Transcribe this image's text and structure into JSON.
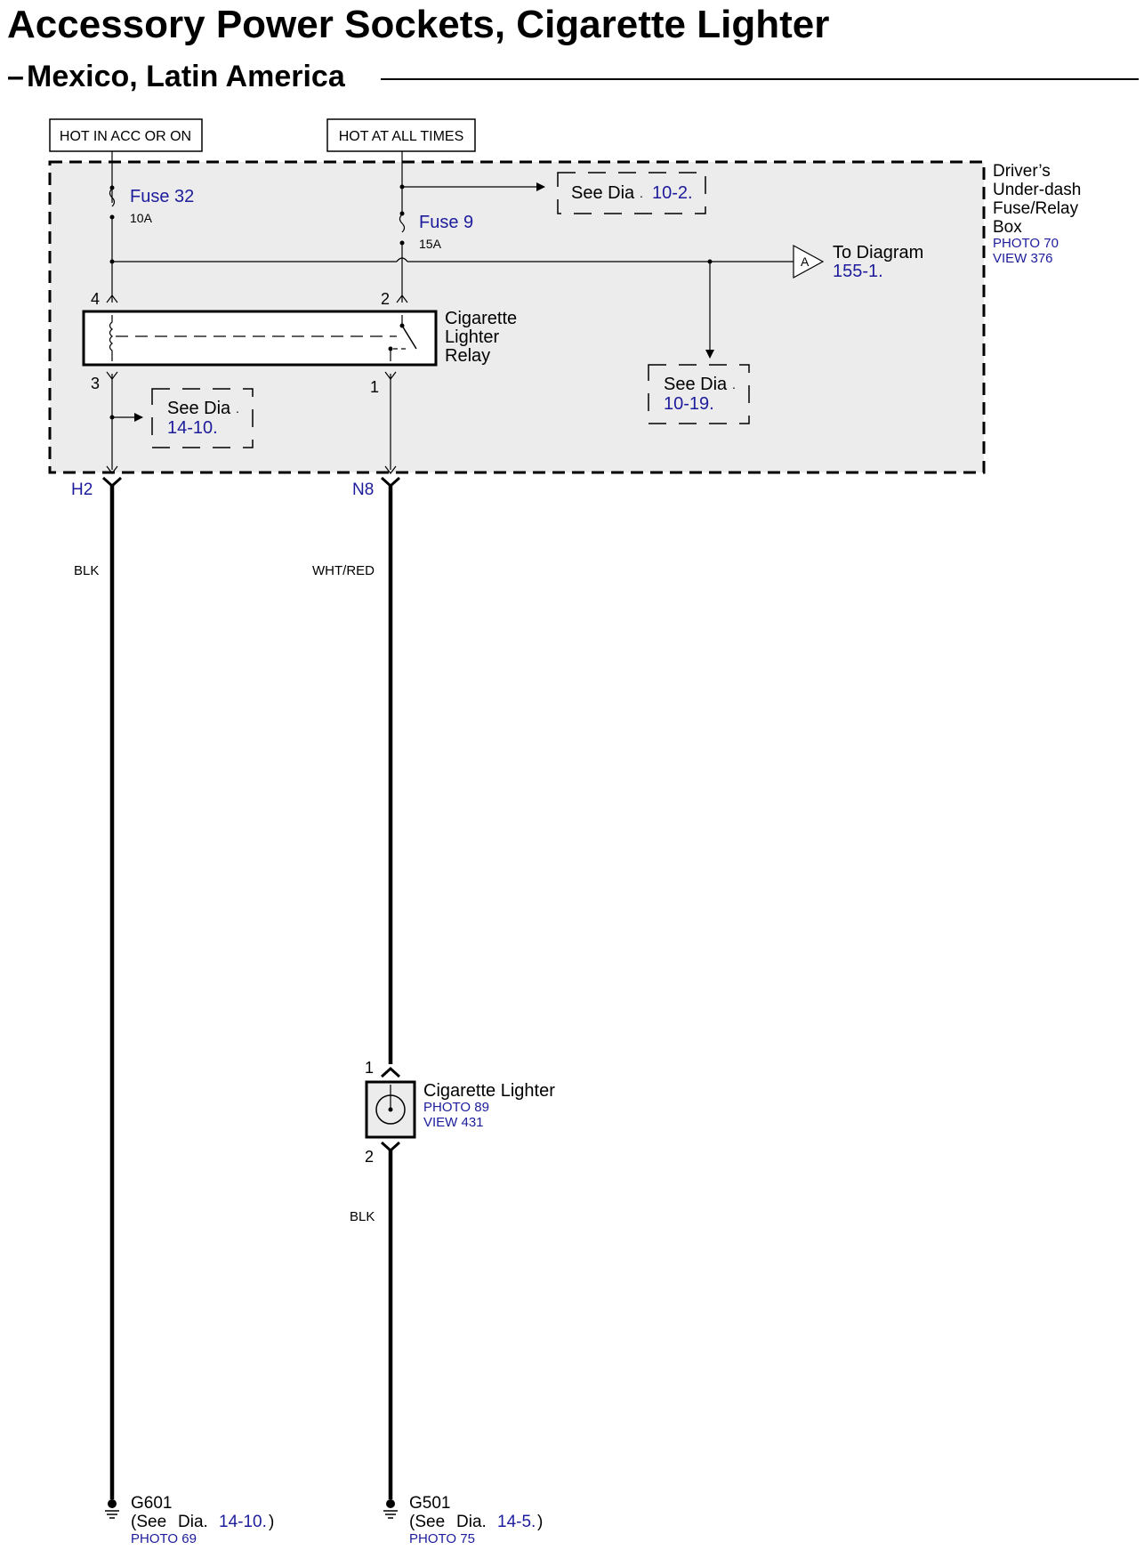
{
  "header": {
    "title": "Accessory Power Sockets, Cigarette Lighter",
    "subtitle": "Mexico, Latin America",
    "subtitle_dash": "–"
  },
  "power_labels": {
    "acc": "HOT IN ACC OR ON",
    "always": "HOT AT ALL TIMES"
  },
  "fuse_box": {
    "name_lines": [
      "Driver’s",
      "Under-dash",
      "Fuse/Relay",
      "Box"
    ],
    "photo": "PHOTO 70",
    "view": "VIEW 376"
  },
  "fuses": [
    {
      "name": "Fuse 32",
      "rating": "10A"
    },
    {
      "name": "Fuse 9",
      "rating": "15A"
    }
  ],
  "relay": {
    "name_lines": [
      "Cigarette",
      "Lighter",
      "Relay"
    ],
    "pins": {
      "p4": "4",
      "p2": "2",
      "p3": "3",
      "p1": "1"
    }
  },
  "refs": {
    "see_dia_prefix": "See Dia",
    "top_ref": "10-2.",
    "right_ref": "10-19.",
    "left_ref": "14-10.",
    "to_diagram_label": "To Diagram",
    "to_diagram_ref": "155-1.",
    "connector_letter": "A"
  },
  "terminals": {
    "left": "H2",
    "right": "N8"
  },
  "wires": {
    "left": "BLK",
    "right": "WHT/RED",
    "lower": "BLK"
  },
  "lighter": {
    "name": "Cigarette Lighter",
    "photo": "PHOTO 89",
    "view": "VIEW 431",
    "pin_top": "1",
    "pin_bottom": "2"
  },
  "grounds": [
    {
      "name": "G601",
      "see_prefix": "(See",
      "dia": "Dia.",
      "ref": "14-10.",
      "close": ")",
      "photo": "PHOTO 69"
    },
    {
      "name": "G501",
      "see_prefix": "(See",
      "dia": "Dia.",
      "ref": "14-5.",
      "close": ")",
      "photo": "PHOTO 75"
    }
  ],
  "colors": {
    "link_blue": "#1c1c9c",
    "box_fill": "#ececec",
    "line": "#000000"
  }
}
